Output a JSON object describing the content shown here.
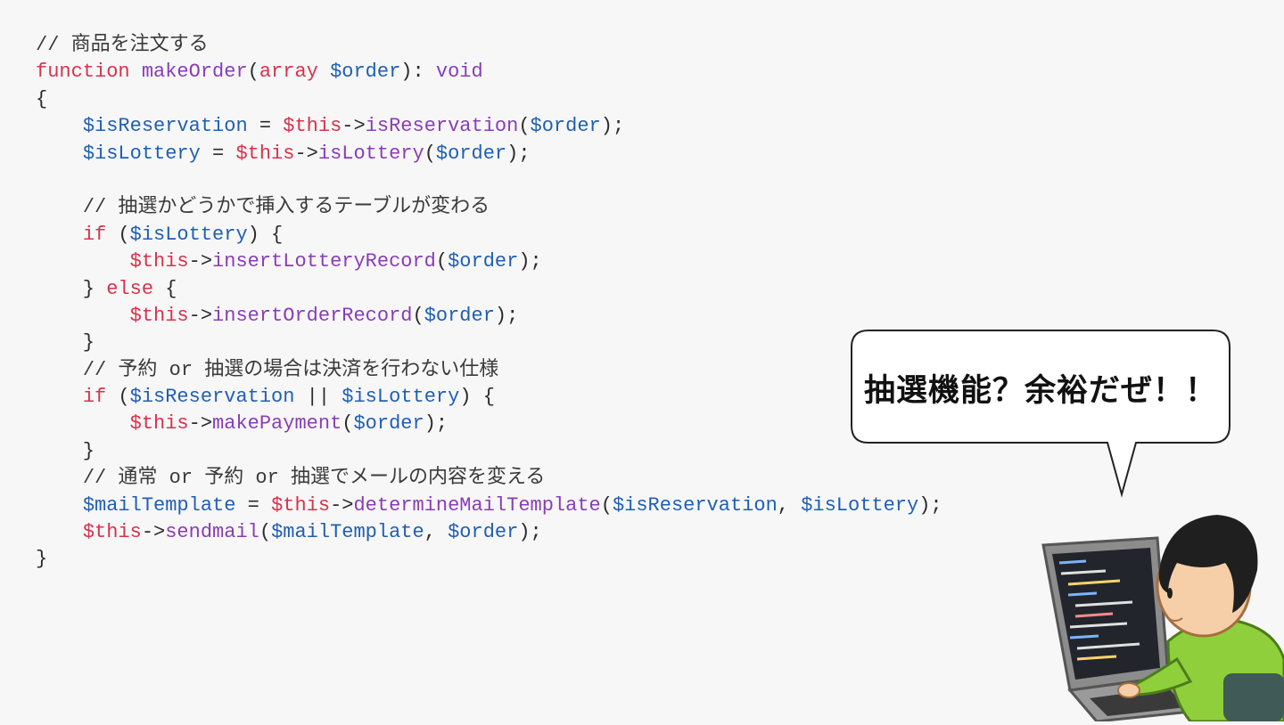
{
  "code": {
    "lines": [
      [
        {
          "t": "comment",
          "v": "// 商品を注文する"
        }
      ],
      [
        {
          "t": "keyword",
          "v": "function"
        },
        {
          "t": "plain",
          "v": " "
        },
        {
          "t": "func",
          "v": "makeOrder"
        },
        {
          "t": "plain",
          "v": "("
        },
        {
          "t": "keyword",
          "v": "array"
        },
        {
          "t": "plain",
          "v": " "
        },
        {
          "t": "var",
          "v": "$order"
        },
        {
          "t": "plain",
          "v": "): "
        },
        {
          "t": "func",
          "v": "void"
        }
      ],
      [
        {
          "t": "plain",
          "v": "{"
        }
      ],
      [
        {
          "t": "plain",
          "v": "    "
        },
        {
          "t": "var",
          "v": "$isReservation"
        },
        {
          "t": "plain",
          "v": " = "
        },
        {
          "t": "this",
          "v": "$this"
        },
        {
          "t": "plain",
          "v": "->"
        },
        {
          "t": "func",
          "v": "isReservation"
        },
        {
          "t": "plain",
          "v": "("
        },
        {
          "t": "var",
          "v": "$order"
        },
        {
          "t": "plain",
          "v": ");"
        }
      ],
      [
        {
          "t": "plain",
          "v": "    "
        },
        {
          "t": "var",
          "v": "$isLottery"
        },
        {
          "t": "plain",
          "v": " = "
        },
        {
          "t": "this",
          "v": "$this"
        },
        {
          "t": "plain",
          "v": "->"
        },
        {
          "t": "func",
          "v": "isLottery"
        },
        {
          "t": "plain",
          "v": "("
        },
        {
          "t": "var",
          "v": "$order"
        },
        {
          "t": "plain",
          "v": ");"
        }
      ],
      [],
      [
        {
          "t": "plain",
          "v": "    "
        },
        {
          "t": "comment",
          "v": "// 抽選かどうかで挿入するテーブルが変わる"
        }
      ],
      [
        {
          "t": "plain",
          "v": "    "
        },
        {
          "t": "keyword",
          "v": "if"
        },
        {
          "t": "plain",
          "v": " ("
        },
        {
          "t": "var",
          "v": "$isLottery"
        },
        {
          "t": "plain",
          "v": ") {"
        }
      ],
      [
        {
          "t": "plain",
          "v": "        "
        },
        {
          "t": "this",
          "v": "$this"
        },
        {
          "t": "plain",
          "v": "->"
        },
        {
          "t": "func",
          "v": "insertLotteryRecord"
        },
        {
          "t": "plain",
          "v": "("
        },
        {
          "t": "var",
          "v": "$order"
        },
        {
          "t": "plain",
          "v": ");"
        }
      ],
      [
        {
          "t": "plain",
          "v": "    } "
        },
        {
          "t": "keyword",
          "v": "else"
        },
        {
          "t": "plain",
          "v": " {"
        }
      ],
      [
        {
          "t": "plain",
          "v": "        "
        },
        {
          "t": "this",
          "v": "$this"
        },
        {
          "t": "plain",
          "v": "->"
        },
        {
          "t": "func",
          "v": "insertOrderRecord"
        },
        {
          "t": "plain",
          "v": "("
        },
        {
          "t": "var",
          "v": "$order"
        },
        {
          "t": "plain",
          "v": ");"
        }
      ],
      [
        {
          "t": "plain",
          "v": "    }"
        }
      ],
      [
        {
          "t": "plain",
          "v": "    "
        },
        {
          "t": "comment",
          "v": "// 予約 or 抽選の場合は決済を行わない仕様"
        }
      ],
      [
        {
          "t": "plain",
          "v": "    "
        },
        {
          "t": "keyword",
          "v": "if"
        },
        {
          "t": "plain",
          "v": " ("
        },
        {
          "t": "var",
          "v": "$isReservation"
        },
        {
          "t": "plain",
          "v": " || "
        },
        {
          "t": "var",
          "v": "$isLottery"
        },
        {
          "t": "plain",
          "v": ") {"
        }
      ],
      [
        {
          "t": "plain",
          "v": "        "
        },
        {
          "t": "this",
          "v": "$this"
        },
        {
          "t": "plain",
          "v": "->"
        },
        {
          "t": "func",
          "v": "makePayment"
        },
        {
          "t": "plain",
          "v": "("
        },
        {
          "t": "var",
          "v": "$order"
        },
        {
          "t": "plain",
          "v": ");"
        }
      ],
      [
        {
          "t": "plain",
          "v": "    }"
        }
      ],
      [
        {
          "t": "plain",
          "v": "    "
        },
        {
          "t": "comment",
          "v": "// 通常 or 予約 or 抽選でメールの内容を変える"
        }
      ],
      [
        {
          "t": "plain",
          "v": "    "
        },
        {
          "t": "var",
          "v": "$mailTemplate"
        },
        {
          "t": "plain",
          "v": " = "
        },
        {
          "t": "this",
          "v": "$this"
        },
        {
          "t": "plain",
          "v": "->"
        },
        {
          "t": "func",
          "v": "determineMailTemplate"
        },
        {
          "t": "plain",
          "v": "("
        },
        {
          "t": "var",
          "v": "$isReservation"
        },
        {
          "t": "plain",
          "v": ", "
        },
        {
          "t": "var",
          "v": "$isLottery"
        },
        {
          "t": "plain",
          "v": ");"
        }
      ],
      [
        {
          "t": "plain",
          "v": "    "
        },
        {
          "t": "this",
          "v": "$this"
        },
        {
          "t": "plain",
          "v": "->"
        },
        {
          "t": "func",
          "v": "sendmail"
        },
        {
          "t": "plain",
          "v": "("
        },
        {
          "t": "var",
          "v": "$mailTemplate"
        },
        {
          "t": "plain",
          "v": ", "
        },
        {
          "t": "var",
          "v": "$order"
        },
        {
          "t": "plain",
          "v": ");"
        }
      ],
      [
        {
          "t": "plain",
          "v": "}"
        }
      ]
    ]
  },
  "bubble": {
    "text": "抽選機能？余裕だぜ！！"
  },
  "illustration": {
    "icon": "programmer-at-laptop-icon"
  },
  "colors": {
    "background": "#f7f7f7",
    "keyword": "#d7334d",
    "function": "#8a3cb8",
    "variable": "#1f5fb4",
    "comment": "#3a3a3a"
  }
}
